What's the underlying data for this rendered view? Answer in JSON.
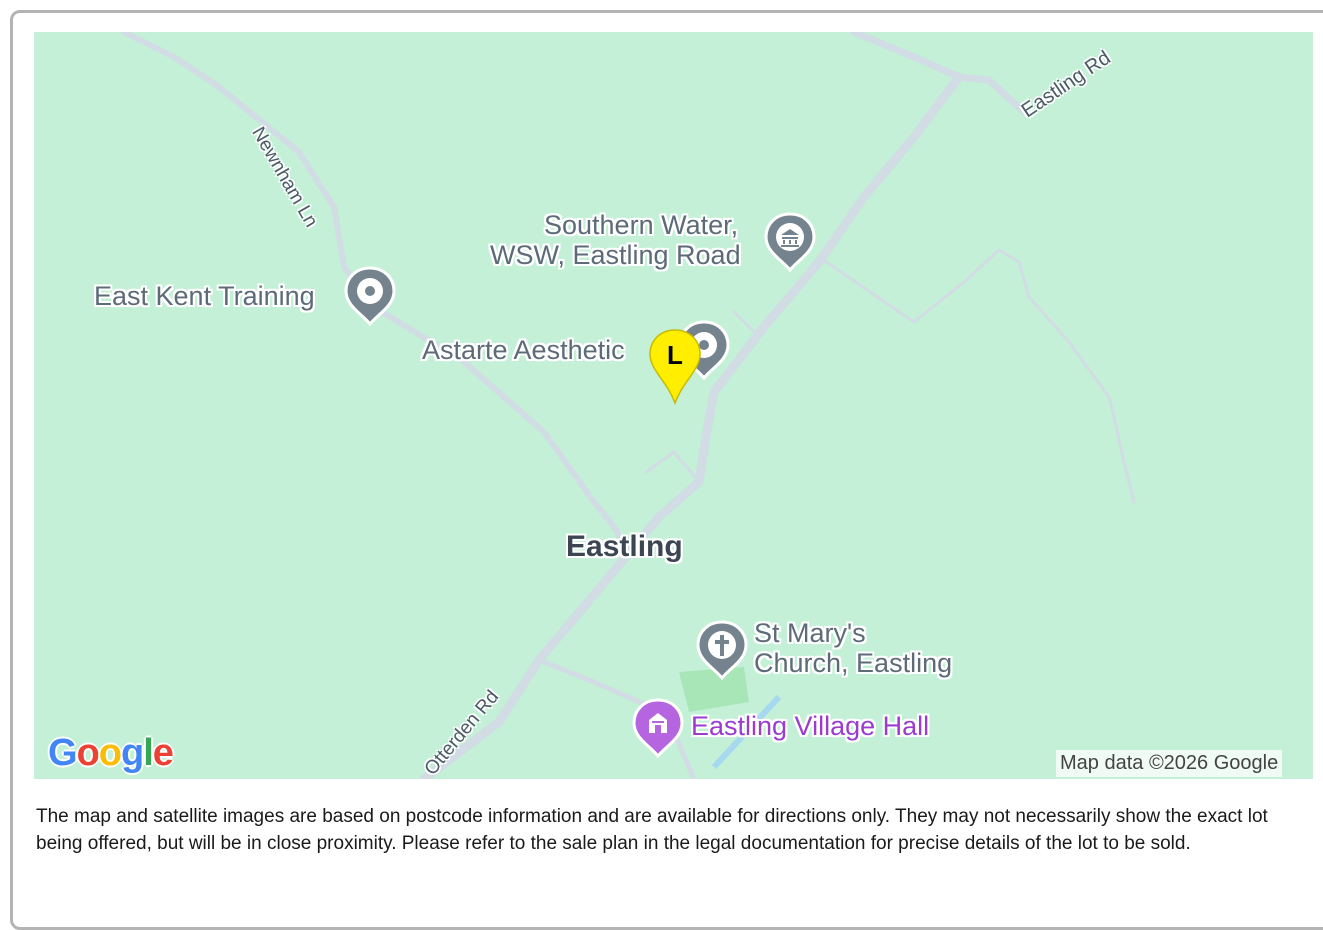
{
  "map": {
    "places": {
      "southern_water_line1": "Southern Water,",
      "southern_water_line2": "WSW, Eastling Road",
      "east_kent_training": "East Kent Training",
      "astarte": "Astarte Aesthetic",
      "town": "Eastling",
      "st_marys_line1": "St Mary's",
      "st_marys_line2": "Church, Eastling",
      "village_hall": "Eastling Village Hall"
    },
    "roads": {
      "newnham": "Newnham Ln",
      "eastling_rd": "Eastling Rd",
      "otterden": "Otterden Rd"
    },
    "marker_letter": "L",
    "google_logo": [
      "G",
      "o",
      "o",
      "g",
      "l",
      "e"
    ],
    "google_colors": [
      "#4285F4",
      "#EA4335",
      "#FBBC05",
      "#4285F4",
      "#34A853",
      "#EA4335"
    ],
    "attribution": "Map data ©2026 Google",
    "colors": {
      "land": "#c3f0d6",
      "road": "#d2dce4",
      "poi_gray": "#75838f",
      "poi_purple": "#b565e0",
      "marker": "#ffee00"
    }
  },
  "disclaimer": "The map and satellite images are based on postcode information and are available for directions only. They may not necessarily show the exact lot being offered, but will be in close proximity. Please refer to the sale plan in the legal documentation for precise details of the lot to be sold."
}
